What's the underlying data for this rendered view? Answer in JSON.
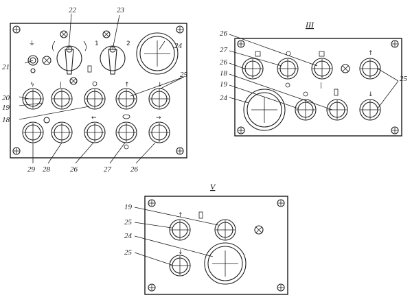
{
  "panels": [
    {
      "id": "main",
      "labels": [
        "21",
        "20",
        "19",
        "18",
        "29",
        "28",
        "26",
        "27",
        "26",
        "22",
        "23",
        "24",
        "25"
      ],
      "switch_marks": [
        "1",
        "2"
      ]
    },
    {
      "id": "III",
      "title": "III",
      "labels": [
        "26",
        "27",
        "26",
        "18",
        "19",
        "24",
        "25"
      ]
    },
    {
      "id": "V",
      "title": "V",
      "labels": [
        "19",
        "25",
        "24",
        "25"
      ]
    }
  ]
}
